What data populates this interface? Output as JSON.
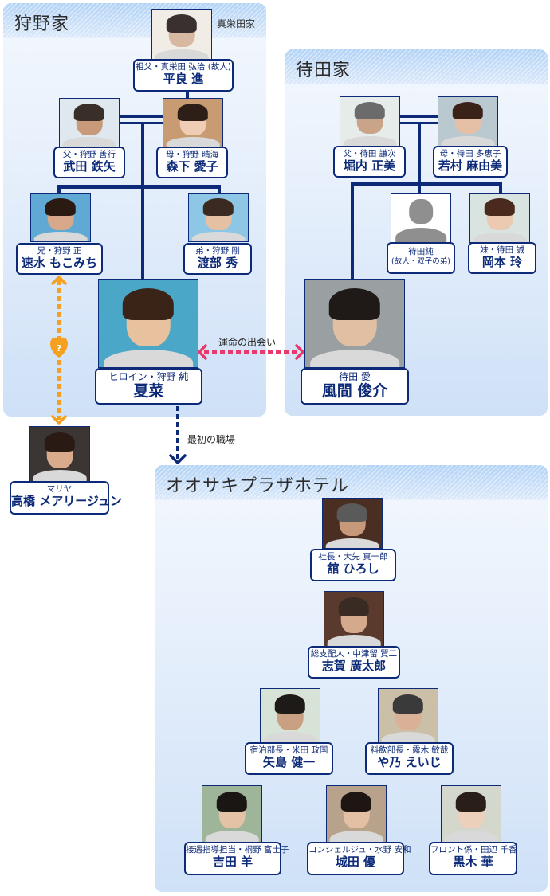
{
  "panels": {
    "kano": {
      "title": "狩野家",
      "side_label": "真栄田家"
    },
    "machida": {
      "title": "待田家"
    },
    "hotel": {
      "title": "オオサキプラザホテル"
    }
  },
  "kano_family": {
    "grandfather": {
      "role": "祖父・真栄田 弘治 (故人)",
      "actor": "平良 進",
      "photo_tones": [
        "#f1ede6",
        "#d7b8a1",
        "#3b3030"
      ]
    },
    "father": {
      "role": "父・狩野 善行",
      "actor": "武田 鉄矢",
      "photo_tones": [
        "#dfe8ee",
        "#c99a7a",
        "#3a2e28"
      ]
    },
    "mother": {
      "role": "母・狩野 晴海",
      "actor": "森下 愛子",
      "photo_tones": [
        "#c99b72",
        "#efcdb4",
        "#2e1e18"
      ]
    },
    "elder_brother": {
      "role": "兄・狩野 正",
      "actor": "速水 もこみち",
      "photo_tones": [
        "#5fa9d4",
        "#d7a98a",
        "#2a1a12"
      ]
    },
    "younger_brother": {
      "role": "弟・狩野 剛",
      "actor": "渡部 秀",
      "photo_tones": [
        "#8ec7e6",
        "#e5c0a2",
        "#3a2a22"
      ]
    },
    "heroine": {
      "role": "ヒロイン・狩野 純",
      "actor": "夏菜",
      "photo_tones": [
        "#4aa7c7",
        "#e8c19f",
        "#3a2418"
      ]
    }
  },
  "machida_family": {
    "father": {
      "role": "父・待田 謙次",
      "actor": "堀内 正美",
      "photo_tones": [
        "#e6ecea",
        "#c9a488",
        "#6b6b6b"
      ]
    },
    "mother": {
      "role": "母・待田 多恵子",
      "actor": "若村 麻由美",
      "photo_tones": [
        "#b9c9cf",
        "#e6c0a6",
        "#3a2218"
      ]
    },
    "twin_brother": {
      "role": "待田純",
      "role2": "(故人・双子の弟)",
      "photo_tones": [
        "#ffffff",
        "#8f8f8f",
        "#8f8f8f"
      ]
    },
    "sister": {
      "role": "妹・待田 誠",
      "actor": "岡本 玲",
      "photo_tones": [
        "#d9e3e0",
        "#eccab2",
        "#4a2a1c"
      ]
    },
    "ai": {
      "role": "待田 愛",
      "actor": "風間 俊介",
      "photo_tones": [
        "#9aa0a2",
        "#e1bfa2",
        "#1f1a18"
      ]
    }
  },
  "other": {
    "mariya": {
      "role": "マリヤ",
      "actor": "高橋 メアリージュン",
      "photo_tones": [
        "#3b3533",
        "#d9ab8c",
        "#2a1a14"
      ]
    }
  },
  "hotel_staff": [
    {
      "role": "社長・大先 真一郎",
      "actor": "舘 ひろし",
      "photo_tones": [
        "#4b2e22",
        "#c7987a",
        "#5a5a5a"
      ]
    },
    {
      "role": "総支配人・中津留 賢二",
      "actor": "志賀 廣太郎",
      "photo_tones": [
        "#5a3a2c",
        "#d5a98b",
        "#3a2a24"
      ]
    },
    {
      "role": "宿泊部長・米田 政国",
      "actor": "矢島 健一",
      "photo_tones": [
        "#d6e3d6",
        "#caa083",
        "#1e1a18"
      ]
    },
    {
      "role": "料飲部長・露木 敏哉",
      "actor": "や乃 えいじ",
      "photo_tones": [
        "#cbbfa8",
        "#d9b196",
        "#3a3a3a"
      ]
    },
    {
      "role": "接遇指導担当・桐野 富士子",
      "actor": "吉田 羊",
      "photo_tones": [
        "#9fb59a",
        "#e3c2a6",
        "#1a1614"
      ]
    },
    {
      "role": "コンシェルジュ・水野 安和",
      "actor": "城田 優",
      "photo_tones": [
        "#b9a28c",
        "#e3bfa3",
        "#1e1612"
      ]
    },
    {
      "role": "フロント係・田辺 千香",
      "actor": "黒木 華",
      "photo_tones": [
        "#d4d8cc",
        "#ecd0bb",
        "#2a1e18"
      ]
    }
  ],
  "relations": {
    "fateful_meeting": "運命の出会い",
    "first_workplace": "最初の職場",
    "unknown_relation": "?"
  },
  "colors": {
    "line": "#0c2a78",
    "pink_arrow": "#e8386c",
    "orange_arrow": "#f5a020"
  }
}
